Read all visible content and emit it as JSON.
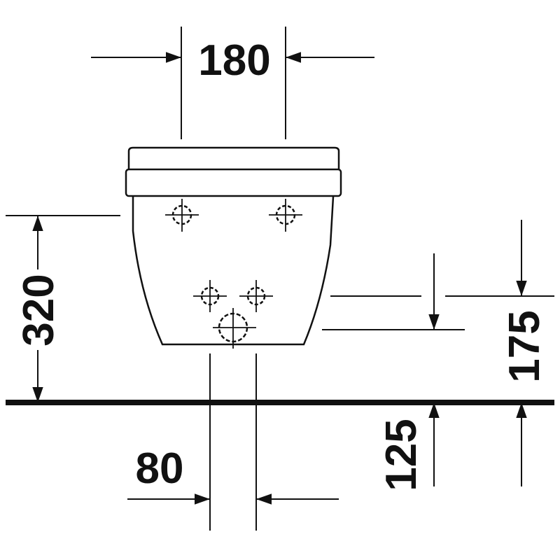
{
  "dimensions": {
    "top_width": "180",
    "overall_height": "320",
    "right_height": "175",
    "bottom_width": "80",
    "bottom_height": "125"
  }
}
